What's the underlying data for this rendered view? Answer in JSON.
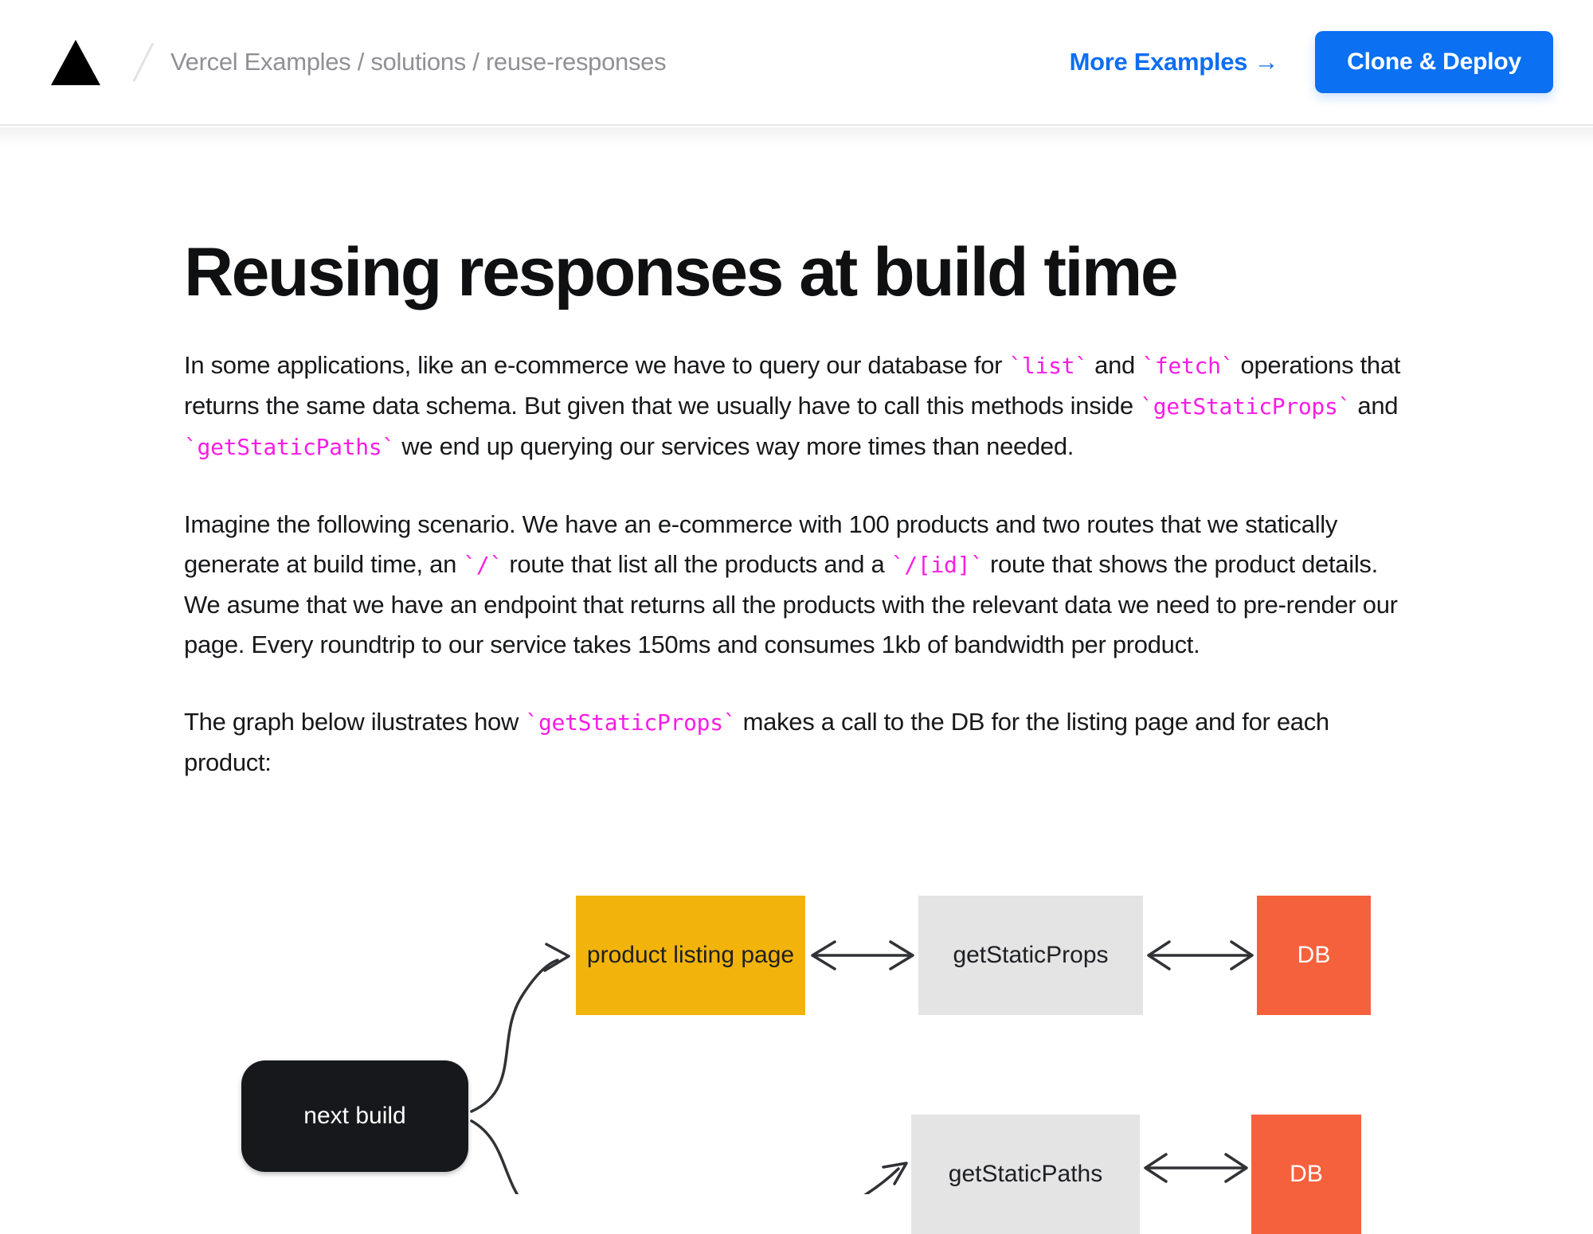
{
  "header": {
    "breadcrumb": "Vercel Examples / solutions / reuse-responses",
    "more_examples_label": "More Examples →",
    "clone_deploy_label": "Clone & Deploy"
  },
  "article": {
    "title": "Reusing responses at build time",
    "paragraphs": [
      {
        "segments": [
          {
            "text": "In some applications, like an e-commerce we have to query our database for "
          },
          {
            "code": "`list`"
          },
          {
            "text": " and "
          },
          {
            "code": "`fetch`"
          },
          {
            "text": " operations that returns the same data schema. But given that we usually have to call this methods inside "
          },
          {
            "code": "`getStaticProps`"
          },
          {
            "text": " and "
          },
          {
            "code": "`getStaticPaths`"
          },
          {
            "text": " we end up querying our services way more times than needed."
          }
        ]
      },
      {
        "segments": [
          {
            "text": "Imagine the following scenario. We have an e-commerce with 100 products and two routes that we statically generate at build time, an "
          },
          {
            "code": "`/`"
          },
          {
            "text": " route that list all the products and a "
          },
          {
            "code": "`/[id]`"
          },
          {
            "text": " route that shows the product details. We asume that we have an endpoint that returns all the products with the relevant data we need to pre-render our page. Every roundtrip to our service takes 150ms and consumes 1kb of bandwidth per product."
          }
        ]
      },
      {
        "segments": [
          {
            "text": "The graph below ilustrates how "
          },
          {
            "code": "`getStaticProps`"
          },
          {
            "text": " makes a call to the DB for the listing page and for each product:"
          }
        ]
      }
    ]
  },
  "diagram": {
    "product_listing_label": "product listing page",
    "get_static_props_label": "getStaticProps",
    "db_top_label": "DB",
    "next_build_label": "next build",
    "get_static_paths_label": "getStaticPaths",
    "db_bottom_label": "DB"
  },
  "colors": {
    "accent_blue": "#0B70F1",
    "code_pink": "#F81CE5",
    "box_yellow": "#F2B40B",
    "box_gray": "#E4E4E4",
    "box_orange": "#F5613C",
    "box_black": "#17181B",
    "breadcrumb_gray": "#909095"
  }
}
